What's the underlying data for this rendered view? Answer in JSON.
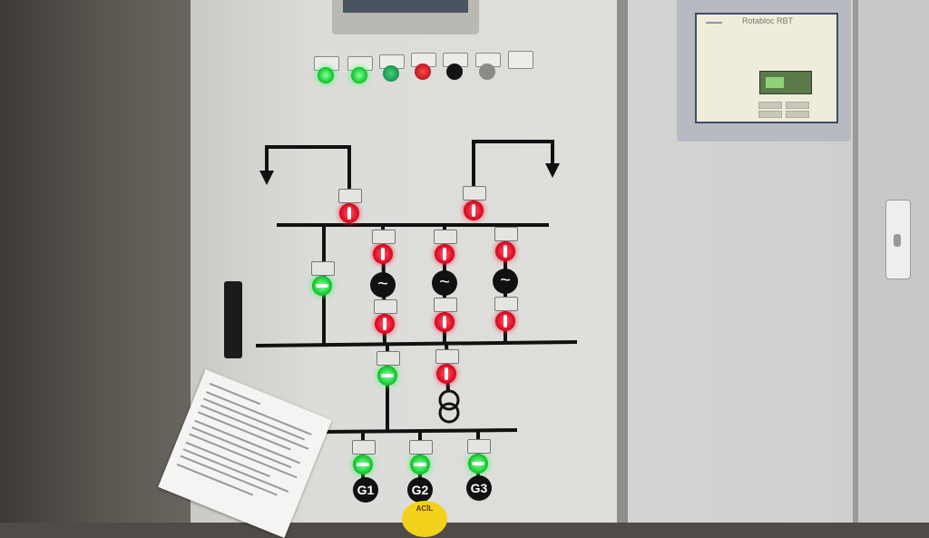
{
  "hmi_screen": {
    "title": "Rotabloc RBT"
  },
  "mimic_diagram": {
    "generators": [
      {
        "label": "G1",
        "state": "closed",
        "color": "#1ed43c"
      },
      {
        "label": "G2",
        "state": "closed",
        "color": "#1ed43c"
      },
      {
        "label": "G3",
        "state": "closed",
        "color": "#1ed43c"
      }
    ],
    "status_colors": {
      "open": "#e3122a",
      "closed": "#1ed43c"
    }
  },
  "emergency_stop": {
    "label": "ACİL"
  }
}
